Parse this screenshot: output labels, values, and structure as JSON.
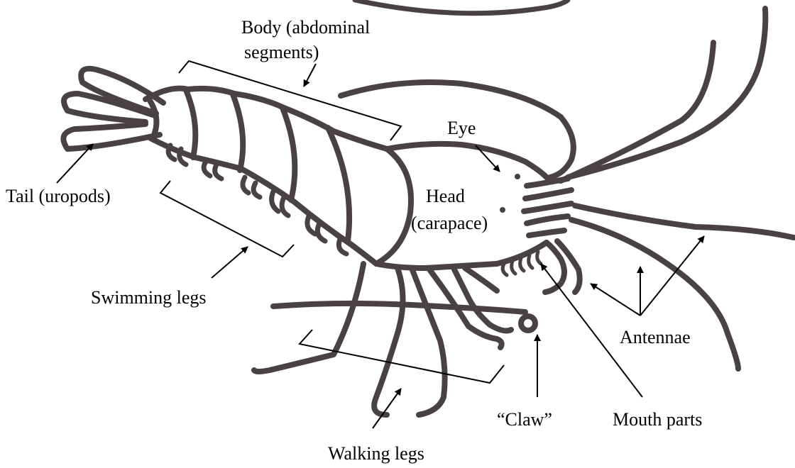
{
  "labels": {
    "body_line1": "Body (abdominal",
    "body_line2": "segments)",
    "eye": "Eye",
    "tail": "Tail (uropods)",
    "head_line1": "Head",
    "head_line2": "(carapace)",
    "swimming_legs": "Swimming legs",
    "antennae": "Antennae",
    "claw": "“Claw”",
    "mouth_parts": "Mouth parts",
    "walking_legs": "Walking legs"
  },
  "colors": {
    "drawing": "#4a4242",
    "annotation": "#000000",
    "background": "#ffffff"
  }
}
